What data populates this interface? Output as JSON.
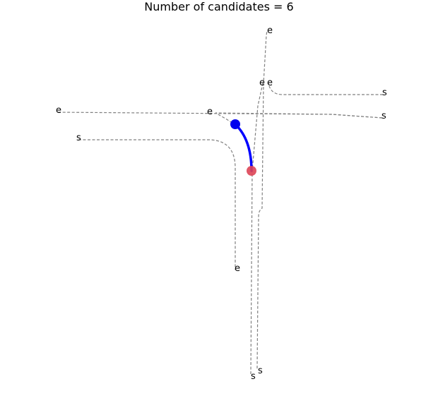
{
  "title": "Number of candidates = 6",
  "colors": {
    "lane": "#808080",
    "trajectory": "#0000ff",
    "start_marker": "#0000ee",
    "end_marker": "#dd4455"
  },
  "lanes": [
    {
      "start_label": "s",
      "end_label": "e"
    },
    {
      "start_label": "s",
      "end_label": "e"
    },
    {
      "start_label": "s",
      "end_label": "e"
    },
    {
      "start_label": "s",
      "end_label": "e"
    },
    {
      "start_label": "s",
      "end_label": "e"
    },
    {
      "start_label": "s",
      "end_label": "e"
    }
  ]
}
